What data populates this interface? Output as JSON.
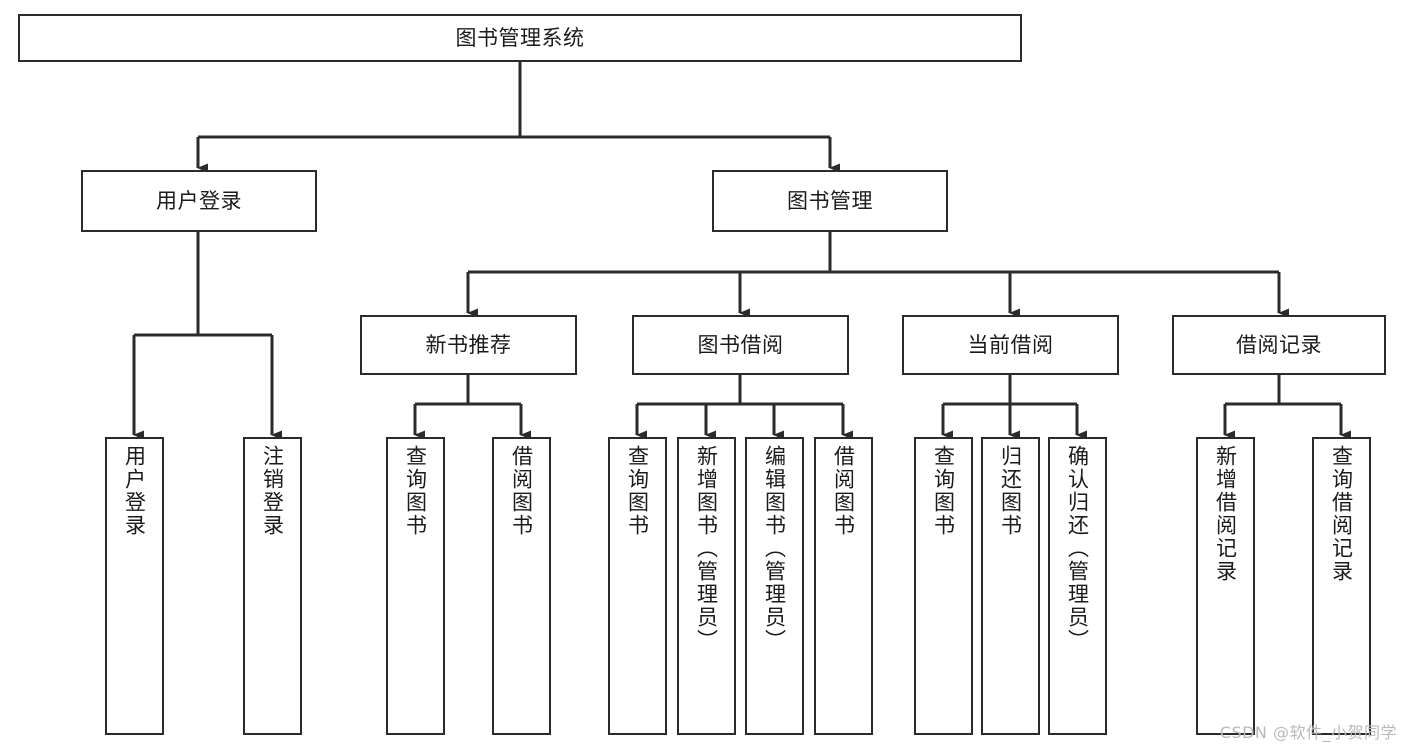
{
  "diagram": {
    "title": "图书管理系统",
    "type": "tree",
    "colors": {
      "border": "#2b2b2b",
      "fill": "#ffffff",
      "text": "#1b1b1b",
      "edge": "#2b2b2b",
      "watermark": "#b9b9b9"
    },
    "levels": {
      "root": {
        "label": "图书管理系统"
      },
      "level2": [
        {
          "label": "用户登录"
        },
        {
          "label": "图书管理"
        }
      ],
      "level3": [
        {
          "label": "新书推荐"
        },
        {
          "label": "图书借阅"
        },
        {
          "label": "当前借阅"
        },
        {
          "label": "借阅记录"
        }
      ],
      "leaves": {
        "user_login": [
          {
            "label": "用户登录"
          },
          {
            "label": "注销登录"
          }
        ],
        "new_book_recommend": [
          {
            "label": "查询图书"
          },
          {
            "label": "借阅图书"
          }
        ],
        "book_borrow": [
          {
            "label": "查询图书"
          },
          {
            "label": "新增图书（管理员）"
          },
          {
            "label": "编辑图书（管理员）"
          },
          {
            "label": "借阅图书"
          }
        ],
        "current_borrow": [
          {
            "label": "查询图书"
          },
          {
            "label": "归还图书"
          },
          {
            "label": "确认归还（管理员）"
          }
        ],
        "borrow_record": [
          {
            "label": "新增借阅记录"
          },
          {
            "label": "查询借阅记录"
          }
        ]
      }
    },
    "watermark": "CSDN @软件_小贺同学"
  }
}
